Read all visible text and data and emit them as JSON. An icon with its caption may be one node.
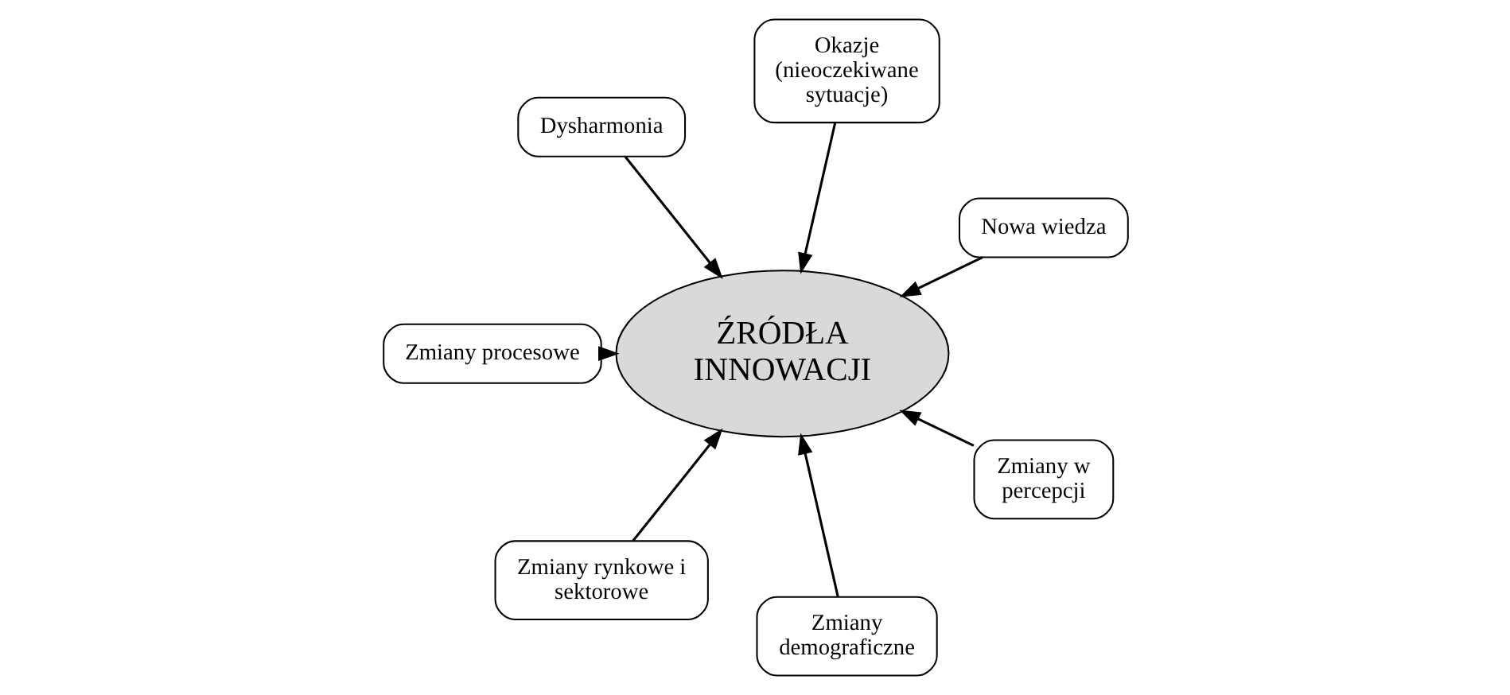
{
  "diagram": {
    "nodes": [
      {
        "text": [
          "ŹRÓDŁA INNOWACJI"
        ]
      },
      {
        "text": [
          "Nowa wiedza"
        ]
      },
      {
        "text": [
          "Okazje (nieoczekiwane sytuacje)"
        ]
      },
      {
        "text": [
          "Dysharmonia"
        ]
      },
      {
        "text": [
          "Zmiany procesowe"
        ]
      },
      {
        "text": [
          "Zmiany rynkowe i sektorowe"
        ]
      },
      {
        "text": [
          "Zmiany demograficzne"
        ]
      },
      {
        "text": [
          "Zmiany w percepcji"
        ]
      }
    ],
    "edges": [
      {
        "from": 1,
        "to": 0,
        "arrow": "to"
      },
      {
        "from": 2,
        "to": 0,
        "arrow": "to"
      },
      {
        "from": 3,
        "to": 0,
        "arrow": "to"
      },
      {
        "from": 4,
        "to": 0,
        "arrow": "to"
      },
      {
        "from": 5,
        "to": 0,
        "arrow": "to"
      },
      {
        "from": 6,
        "to": 0,
        "arrow": "to"
      },
      {
        "from": 7,
        "to": 0,
        "arrow": "to"
      }
    ]
  }
}
